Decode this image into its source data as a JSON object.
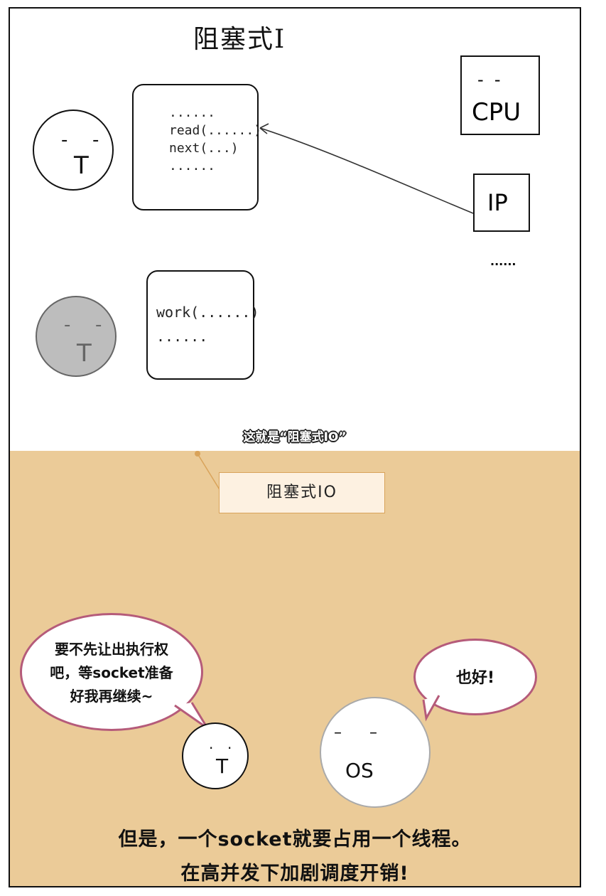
{
  "title": "阻塞式I",
  "thread_face": {
    "eyes": "-  -",
    "letter": "T"
  },
  "code_block_1": [
    "......",
    "read(......)",
    "next(...)",
    "......"
  ],
  "code_block_2": [
    "work(......)",
    "......"
  ],
  "cpu_box": {
    "eyes": "-  -",
    "label": "CPU"
  },
  "ip_box": {
    "label": "IP"
  },
  "ellipsis": "......",
  "caption": "这就是“阻塞式IO”",
  "tag_label": "阻塞式IO",
  "bubble_left": {
    "lines": [
      "要不先让出执行权",
      "吧，等socket准备",
      "好我再继续~"
    ]
  },
  "bubble_right": {
    "text": "也好!"
  },
  "small_face": {
    "letter": "T"
  },
  "os_face": {
    "label": "OS"
  },
  "bottom_text": [
    "但是，一个socket就要占用一个线程。",
    "在高并发下加剧调度开销!"
  ],
  "colors": {
    "bottom_bg": "#ebcb98",
    "bubble_border": "#b55b7a",
    "tag_border": "#d9a35a"
  }
}
